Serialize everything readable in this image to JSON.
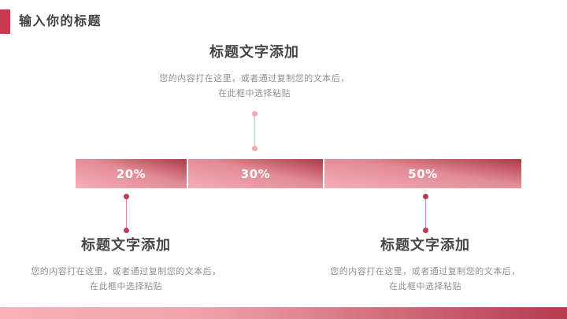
{
  "slide": {
    "background": "#ffffff",
    "accent_dark": "#b23747",
    "accent_light": "#f4aeb5",
    "heading_color": "#474747",
    "body_color": "#8f8f8f"
  },
  "header": {
    "title": "输入你的标题",
    "marker_color": "#c43a4e"
  },
  "top_block": {
    "heading": "标题文字添加",
    "body": [
      "您的内容打在这里，或者通过复制您的文本后，",
      "在此框中选择粘贴"
    ]
  },
  "chart_data": {
    "type": "bar",
    "orientation": "horizontal-stacked",
    "segments": [
      {
        "label": "20%",
        "value": 20
      },
      {
        "label": "30%",
        "value": 30
      },
      {
        "label": "50%",
        "value": 50
      }
    ],
    "label_color": "#ffffff",
    "segment_gradient": {
      "from": "#f4afb6",
      "to": "#b03748"
    }
  },
  "bottom_blocks": [
    {
      "heading": "标题文字添加",
      "body": [
        "您的内容打在这里，或者通过复制您的文本后，",
        "在此框中选择粘贴"
      ]
    },
    {
      "heading": "标题文字添加",
      "body": [
        "您的内容打在这里，或者通过复制您的文本后，",
        "在此框中选择粘贴"
      ]
    }
  ],
  "footer": {
    "strip_gradient": {
      "from": "#f7b1b7",
      "to": "#b43a4e"
    }
  }
}
